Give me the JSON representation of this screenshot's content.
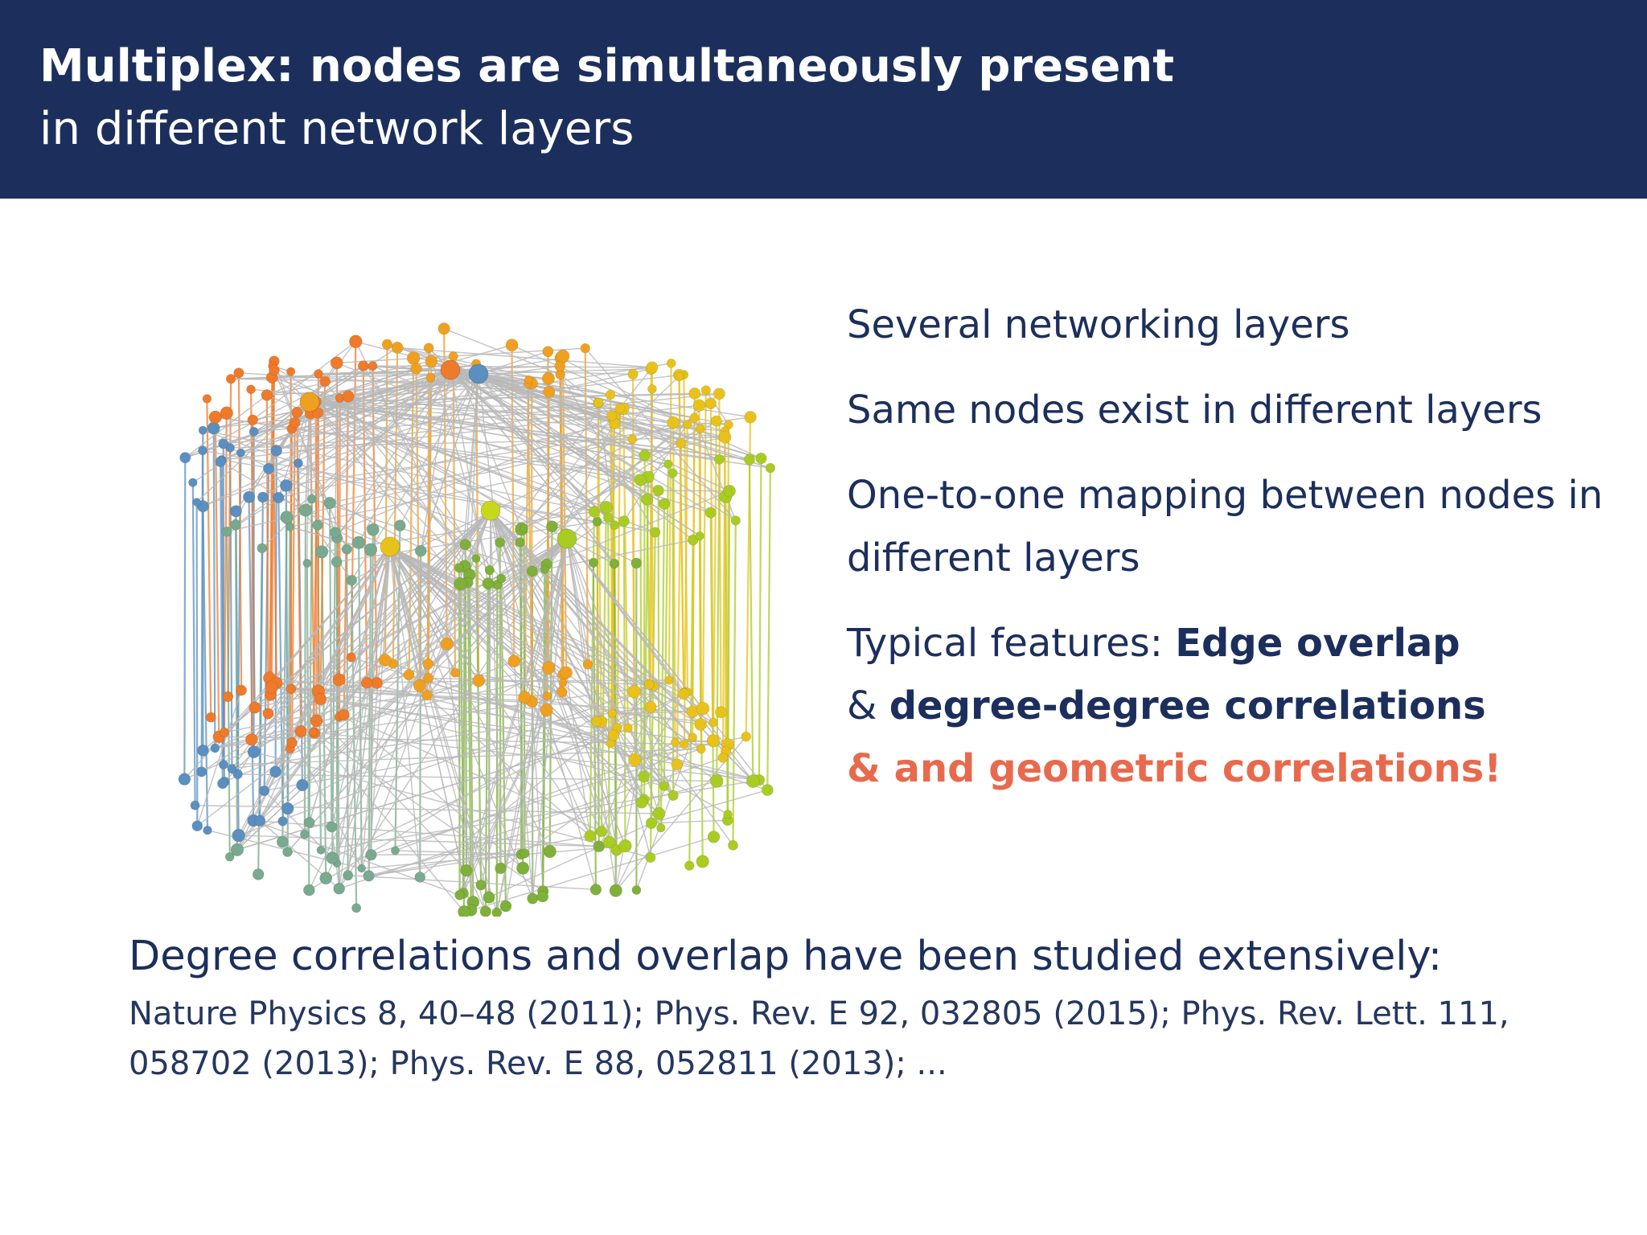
{
  "header": {
    "title_bold": "Multiplex: nodes are simultaneously present",
    "title_light": "in different network layers",
    "background_color": "#1c2f5c"
  },
  "bullets": {
    "item1": "Several networking layers",
    "item2": "Same nodes exist in different layers",
    "item3": "One-to-one mapping between nodes in different layers",
    "item4_prefix": "Typical features: ",
    "item4_strong1": "Edge overlap",
    "item4_amp": "& ",
    "item4_strong2": "degree-degree correlations",
    "item4_accent": "& and geometric correlations!",
    "accent_color": "#e86a4e",
    "text_color": "#1c2f5c"
  },
  "footer": {
    "lead": "Degree correlations and overlap have been studied extensively:",
    "refs": "Nature Physics 8, 40–48 (2011); Phys. Rev. E 92, 032805 (2015); Phys. Rev. Lett. 111, 058702 (2013); Phys. Rev. E 88, 052811 (2013); ..."
  },
  "figure": {
    "icon": "multiplex-network-cylinder-image",
    "layer_colors": [
      "#f0a020",
      "#e8c21a",
      "#a9cc22",
      "#7fb03a",
      "#79a98e",
      "#5b8fc0",
      "#ef7a2a"
    ]
  }
}
